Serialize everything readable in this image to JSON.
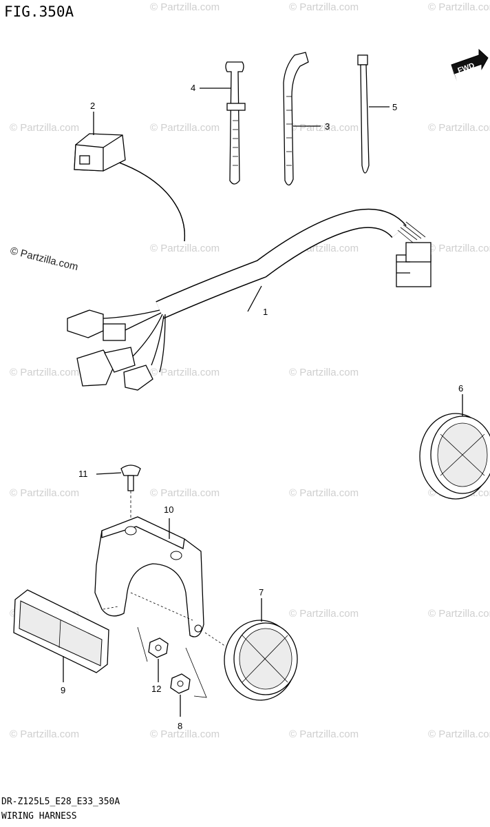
{
  "figure": {
    "title": "FIG.350A",
    "model_code": "DR-Z125L5_E28_E33_350A",
    "caption": "WIRING HARNESS"
  },
  "orientation": {
    "label": "FWD"
  },
  "watermark": {
    "text": "© Partzilla.com"
  },
  "callouts": [
    {
      "id": "1",
      "part": "wiring-harness"
    },
    {
      "id": "2",
      "part": "switch"
    },
    {
      "id": "3",
      "part": "clamp"
    },
    {
      "id": "4",
      "part": "band"
    },
    {
      "id": "5",
      "part": "cable-tie"
    },
    {
      "id": "6",
      "part": "round-reflector-right"
    },
    {
      "id": "7",
      "part": "round-reflector-left"
    },
    {
      "id": "8",
      "part": "nut"
    },
    {
      "id": "9",
      "part": "rear-reflector"
    },
    {
      "id": "10",
      "part": "reflector-bracket"
    },
    {
      "id": "11",
      "part": "screw"
    },
    {
      "id": "12",
      "part": "nut"
    }
  ]
}
